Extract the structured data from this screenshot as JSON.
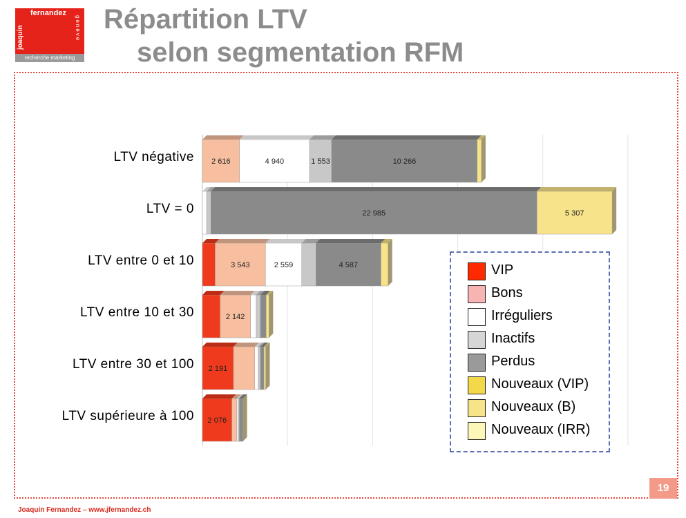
{
  "logo": {
    "top": "fernandez",
    "vertical": "joaquin",
    "side": "genève",
    "bottom": "recherche marketing"
  },
  "title": {
    "line1": "Répartition LTV",
    "line2": "selon segmentation RFM"
  },
  "page_number": "19",
  "footer": "Joaquin Fernandez – www.jfernandez.ch",
  "chart_data": {
    "type": "bar",
    "orientation": "horizontal",
    "stacked": true,
    "categories": [
      "LTV négative",
      "LTV = 0",
      "LTV entre 0 et 10",
      "LTV entre 10 et 30",
      "LTV entre 30 et 100",
      "LTV supérieure à 100"
    ],
    "xlim": [
      0,
      30000
    ],
    "grid": true,
    "legend_position": "bottom-right",
    "series": [
      {
        "name": "VIP",
        "color": "#f03a1e",
        "values": [
          0,
          0,
          900,
          1250,
          2191,
          2076
        ],
        "labels": [
          "",
          "",
          "",
          "",
          "2 191",
          "2 076"
        ]
      },
      {
        "name": "Bons",
        "color": "#f7bfa0",
        "values": [
          2616,
          0,
          3543,
          2142,
          1500,
          350
        ],
        "labels": [
          "2 616",
          "",
          "3 543",
          "2 142",
          "",
          ""
        ]
      },
      {
        "name": "Irréguliers",
        "color": "#ffffff",
        "values": [
          4940,
          300,
          2559,
          400,
          250,
          100
        ],
        "labels": [
          "4 940",
          "",
          "2 559",
          "",
          "",
          ""
        ]
      },
      {
        "name": "Inactifs",
        "color": "#c8c8c8",
        "values": [
          1553,
          300,
          1000,
          300,
          150,
          80
        ],
        "labels": [
          "1 553",
          "",
          "",
          "",
          "",
          ""
        ]
      },
      {
        "name": "Perdus",
        "color": "#8a8a8a",
        "values": [
          10266,
          22985,
          4587,
          400,
          250,
          250
        ],
        "labels": [
          "10 266",
          "22 985",
          "4 587",
          "",
          "",
          ""
        ]
      },
      {
        "name": "Nouveaux (VIP)",
        "color": "#f7d84a",
        "values": [
          0,
          0,
          0,
          0,
          0,
          0
        ],
        "labels": [
          "",
          "",
          "",
          "",
          "",
          ""
        ]
      },
      {
        "name": "Nouveaux (B)",
        "color": "#f7e38a",
        "values": [
          300,
          5307,
          500,
          200,
          120,
          0
        ],
        "labels": [
          "",
          "5 307",
          "",
          "",
          "",
          ""
        ]
      },
      {
        "name": "Nouveaux (IRR)",
        "color": "#fdf4b0",
        "values": [
          0,
          0,
          0,
          0,
          0,
          0
        ],
        "labels": [
          "",
          "",
          "",
          "",
          "",
          ""
        ]
      }
    ],
    "legend_colors": [
      "#ff2a00",
      "#f8b3b3",
      "#ffffff",
      "#d6d6d6",
      "#9a9a9a",
      "#f3d94a",
      "#f7e488",
      "#fdf8b8"
    ]
  }
}
